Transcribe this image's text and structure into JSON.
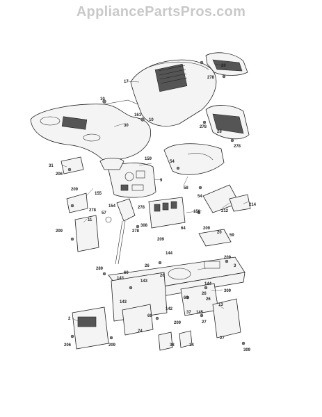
{
  "header": {
    "watermark": "AppliancePartsPros.com"
  },
  "callouts": {
    "c29": "29",
    "c278a": "278",
    "c17": "17",
    "c10a": "10",
    "c161": "161",
    "c10b": "10",
    "c30": "30",
    "c278b": "278",
    "c28": "28",
    "c278c": "278",
    "c159": "159",
    "c31": "31",
    "c206a": "206",
    "c54a": "54",
    "c9": "9",
    "c58": "58",
    "c54b": "54",
    "c209a": "209",
    "c155": "155",
    "c57": "57",
    "c278d": "278",
    "c154": "154",
    "c278e": "278",
    "c308": "308",
    "c278f": "278",
    "c158": "158",
    "c212": "212",
    "c214": "214",
    "c209b": "209",
    "c11": "11",
    "c64": "64",
    "c209c": "209",
    "c209d": "209",
    "c20": "20",
    "c59": "59",
    "c209e": "209",
    "c144a": "144",
    "c26a": "26",
    "c289": "289",
    "c60a": "60",
    "c143a": "143",
    "c143b": "143",
    "c26b": "26",
    "c3": "3",
    "c144b": "144",
    "c309": "309",
    "c26c": "26",
    "c60b": "60",
    "c26d": "26",
    "c143c": "143",
    "c142": "142",
    "c37": "37",
    "c145": "145",
    "c2": "2",
    "c69": "69",
    "c13": "13",
    "c209f": "209",
    "c74": "74",
    "c27a": "27",
    "c206b": "206",
    "c209g": "209",
    "c38": "38",
    "c14": "14",
    "c27b": "27",
    "c309b": "309"
  }
}
